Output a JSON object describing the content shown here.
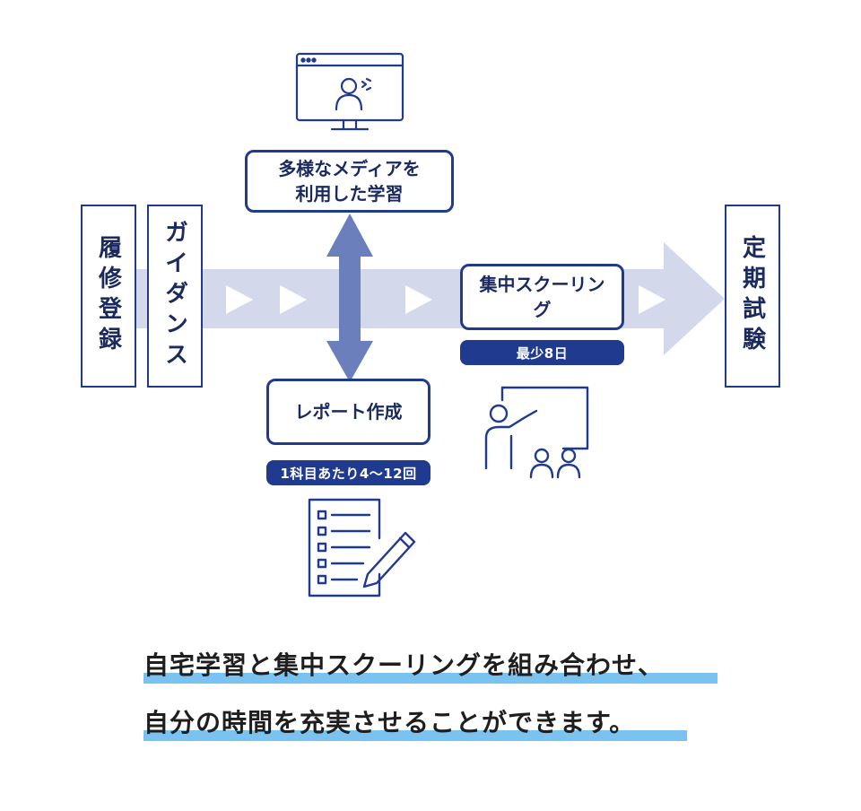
{
  "diagram": {
    "enrollment_label": "履修登録",
    "guidance_label": "ガイダンス",
    "media_label": "多様なメディアを\n利用した学習",
    "report_label": "レポート作成",
    "report_pill": "1科目あたり4〜12回",
    "schooling_label": "集中スクーリング",
    "schooling_pill": "最少8日",
    "exam_label": "定期試験"
  },
  "caption": {
    "line1": "自宅学習と集中スクーリングを組み合わせ、",
    "line2": "自分の時間を充実させることができます。"
  },
  "colors": {
    "navy": "#1f3a8f",
    "arrow_band": "#d3d9ea",
    "chevron": "#ffffff",
    "double_arrow": "#6c7fbd",
    "highlight": "#7ac2f0",
    "icon_stroke": "#1f3a8f"
  },
  "icons": [
    "monitor-person-icon",
    "teacher-whiteboard-icon",
    "checklist-pencil-icon"
  ]
}
